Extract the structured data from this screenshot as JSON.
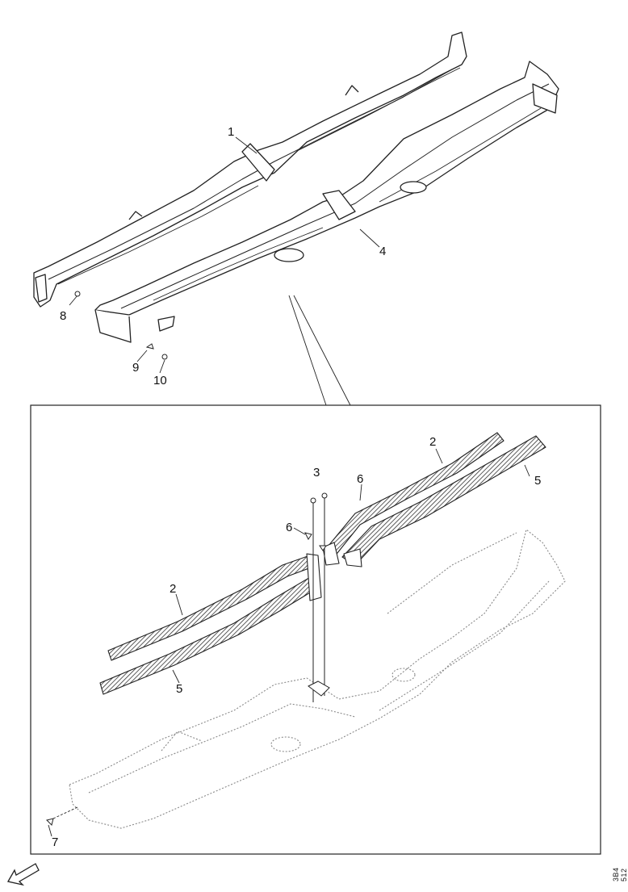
{
  "callouts": {
    "c1": "1",
    "c2a": "2",
    "c2b": "2",
    "c3": "3",
    "c4": "4",
    "c5a": "5",
    "c5b": "5",
    "c6a": "6",
    "c6b": "6",
    "c7": "7",
    "c8": "8",
    "c9": "9",
    "c10": "10"
  },
  "drawing_code": "3B4 512",
  "colors": {
    "line": "#222222",
    "fill": "#ffffff",
    "hatch": "#555555",
    "ghost": "#8a8a8a"
  },
  "icons": {
    "direction_arrow": "front-direction-arrow-icon"
  }
}
